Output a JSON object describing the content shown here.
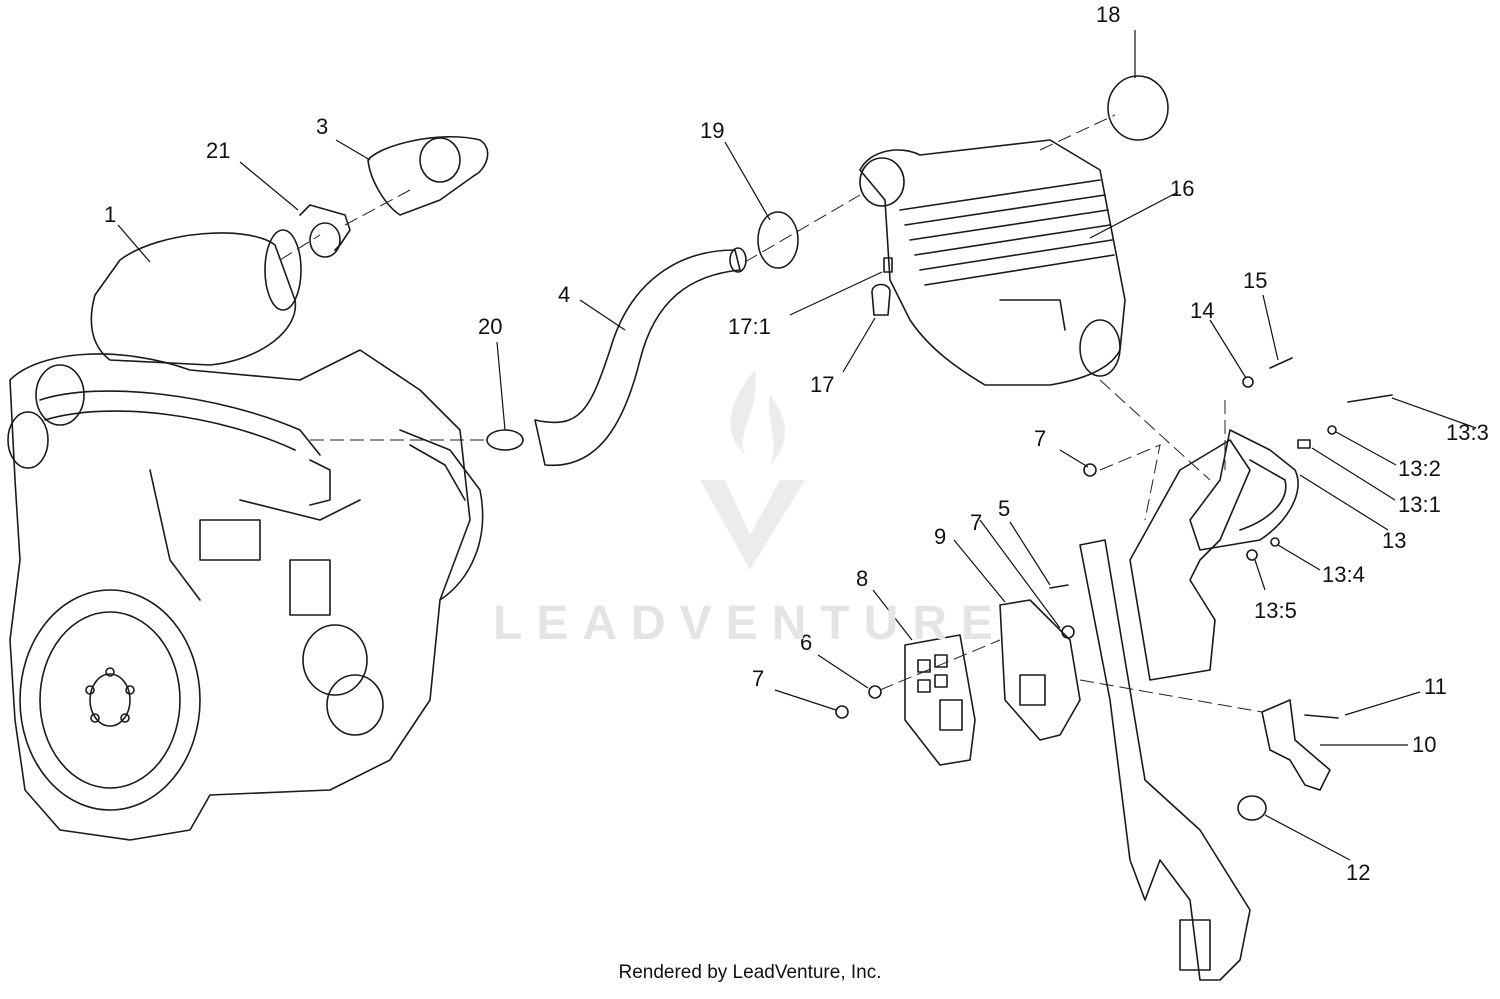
{
  "watermark": {
    "text": "LEADVENTURE"
  },
  "footer": {
    "text": "Rendered by LeadVenture, Inc."
  },
  "callouts": {
    "c1": "1",
    "c3": "3",
    "c4": "4",
    "c5": "5",
    "c6": "6",
    "c7a": "7",
    "c7b": "7",
    "c7c": "7",
    "c8": "8",
    "c9": "9",
    "c10": "10",
    "c11": "11",
    "c12": "12",
    "c13": "13",
    "c13_1": "13:1",
    "c13_2": "13:2",
    "c13_3": "13:3",
    "c13_4": "13:4",
    "c13_5": "13:5",
    "c14": "14",
    "c15": "15",
    "c16": "16",
    "c17": "17",
    "c17_1": "17:1",
    "c18": "18",
    "c19": "19",
    "c20": "20",
    "c21": "21"
  }
}
